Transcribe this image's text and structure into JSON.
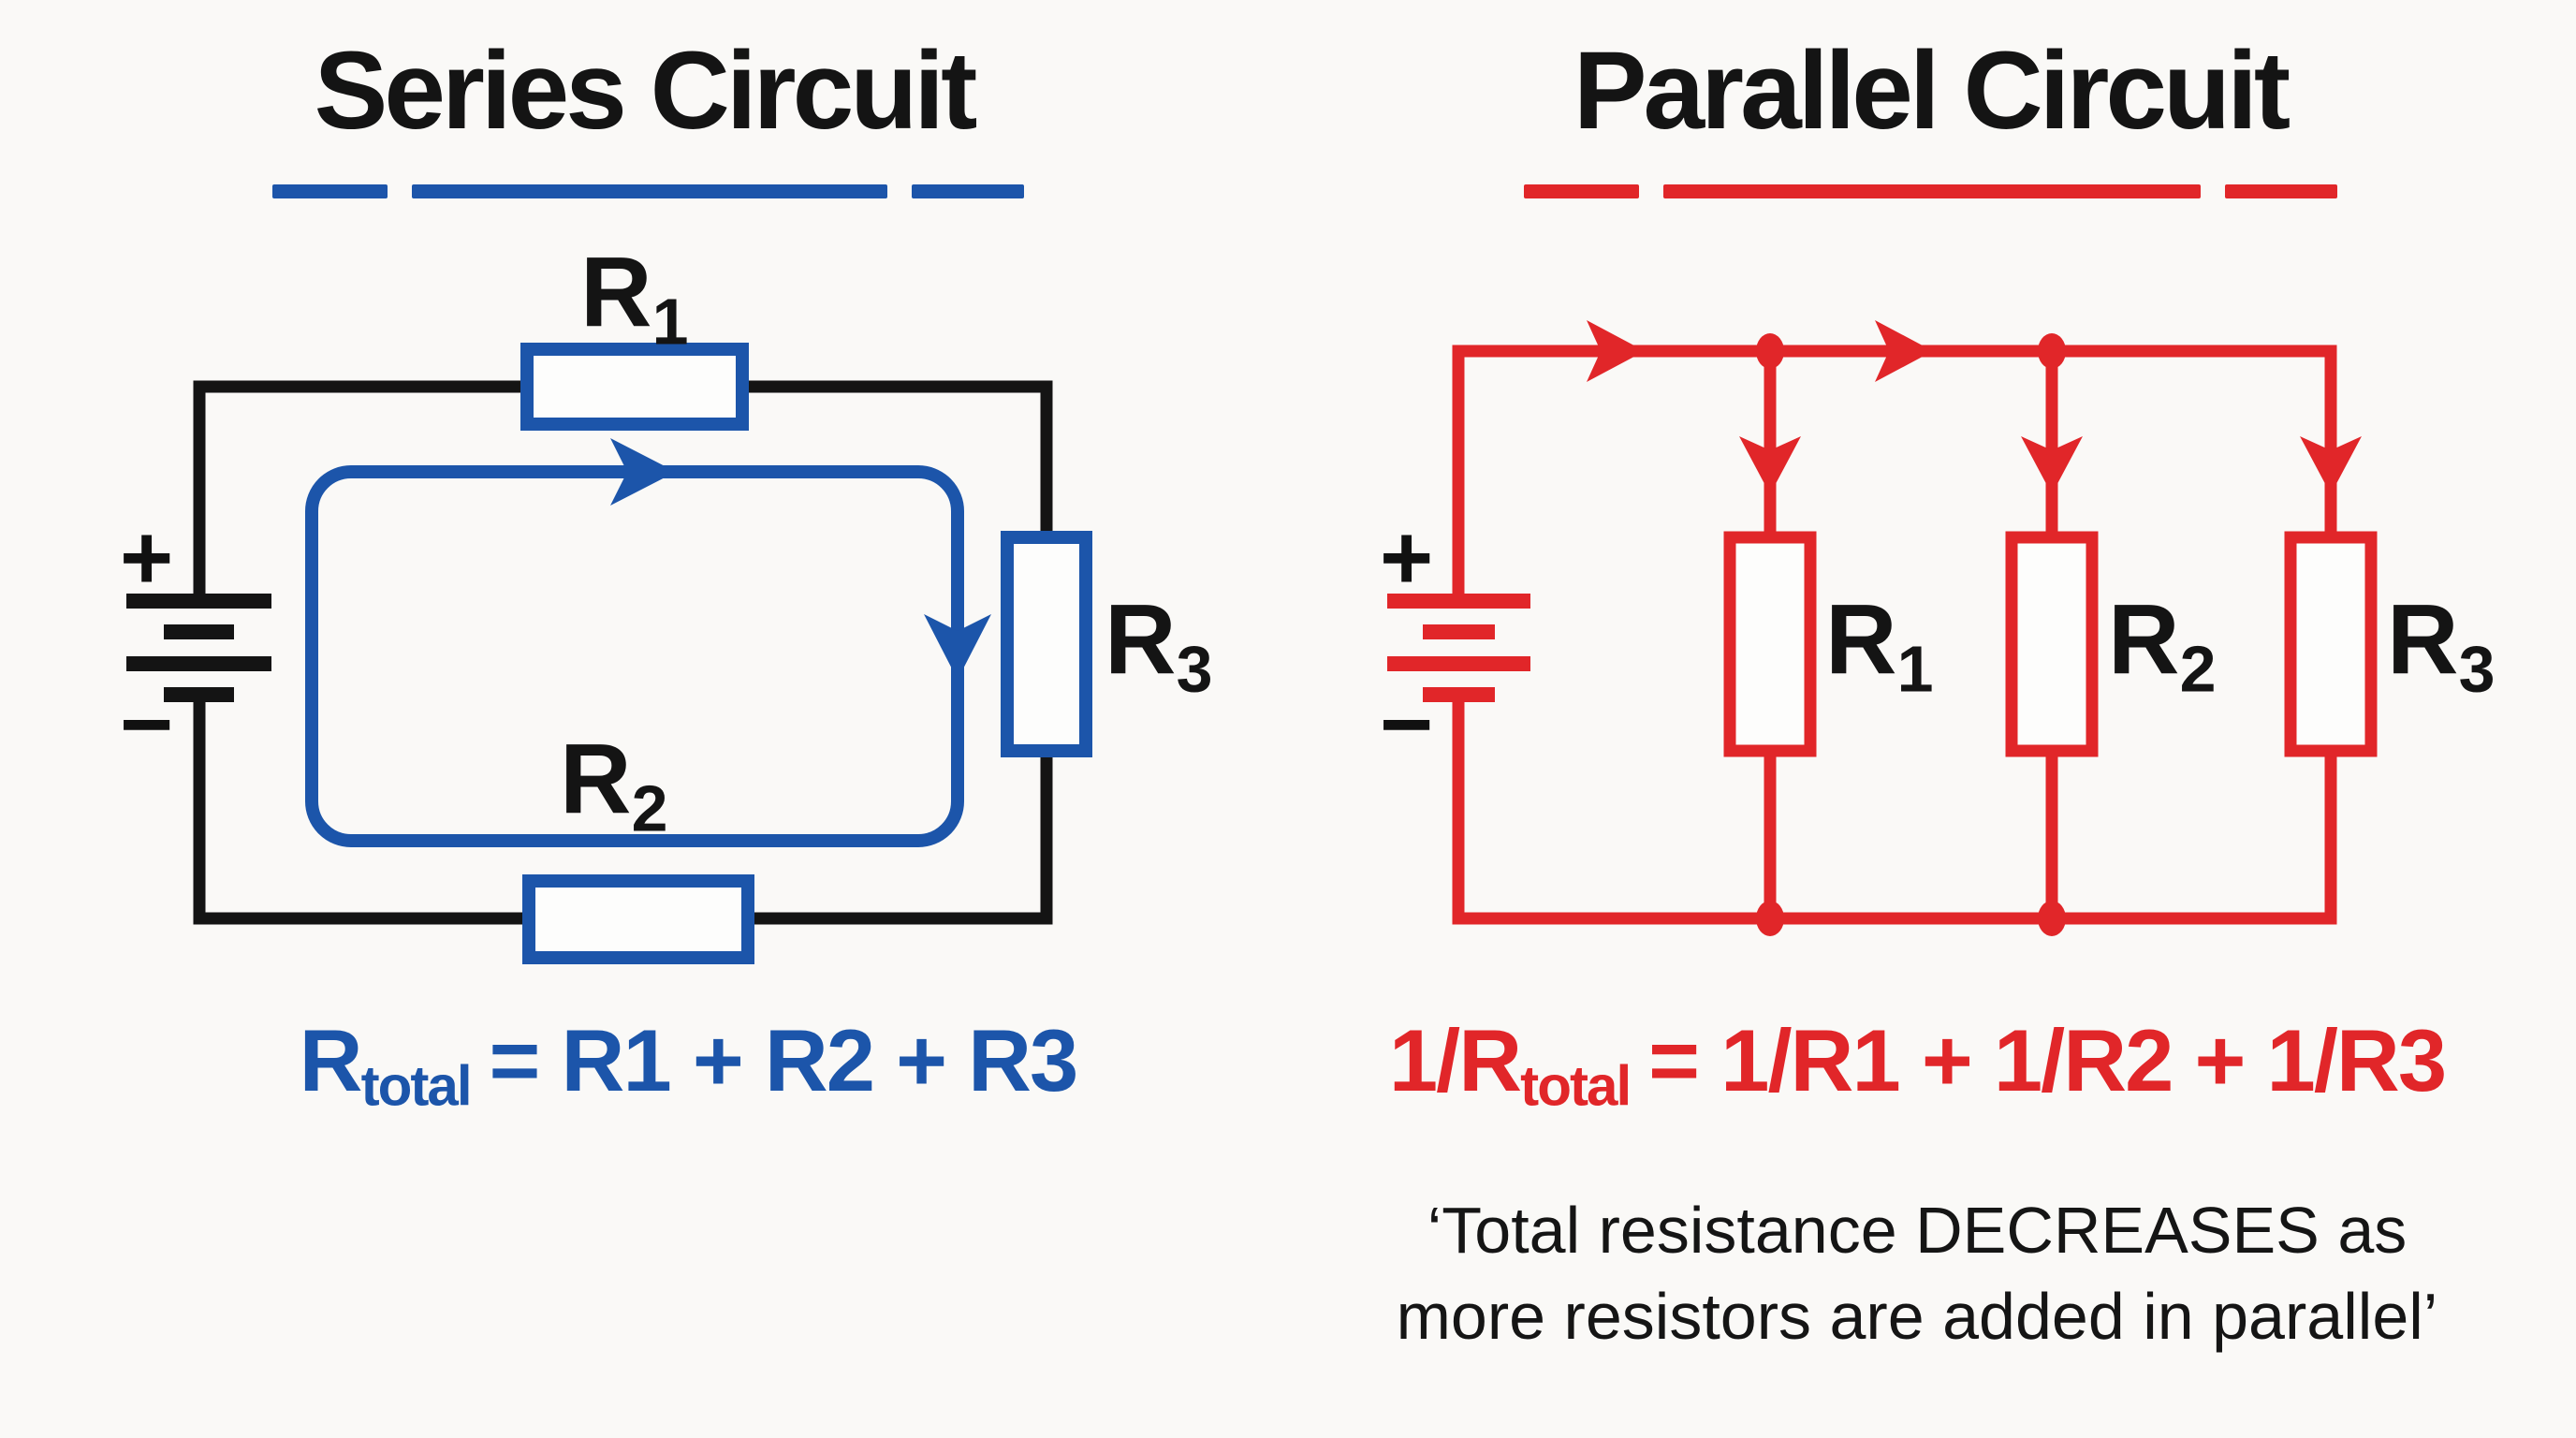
{
  "colors": {
    "series_accent": "#1c55aa",
    "parallel_accent": "#e12629",
    "ink": "#141414",
    "paper": "#fdfdfc",
    "background": "#faf9f7"
  },
  "series": {
    "title": "Series Circuit",
    "resistors": [
      {
        "base": "R",
        "sub": "1"
      },
      {
        "base": "R",
        "sub": "2"
      },
      {
        "base": "R",
        "sub": "3"
      }
    ],
    "battery": {
      "positive": "+",
      "negative": "−"
    },
    "formula": {
      "base": "R",
      "sub": "total",
      "rest": "= R1 + R2 + R3"
    }
  },
  "parallel": {
    "title": "Parallel Circuit",
    "resistors": [
      {
        "base": "R",
        "sub": "1"
      },
      {
        "base": "R",
        "sub": "2"
      },
      {
        "base": "R",
        "sub": "3"
      }
    ],
    "battery": {
      "positive": "+",
      "negative": "−"
    },
    "formula": {
      "base": "1/R",
      "sub": "total",
      "rest": "= 1/R1 + 1/R2 + 1/R3"
    },
    "note": {
      "line1": "‘Total resistance DECREASES as",
      "line2": "more resistors are added in parallel’"
    }
  }
}
